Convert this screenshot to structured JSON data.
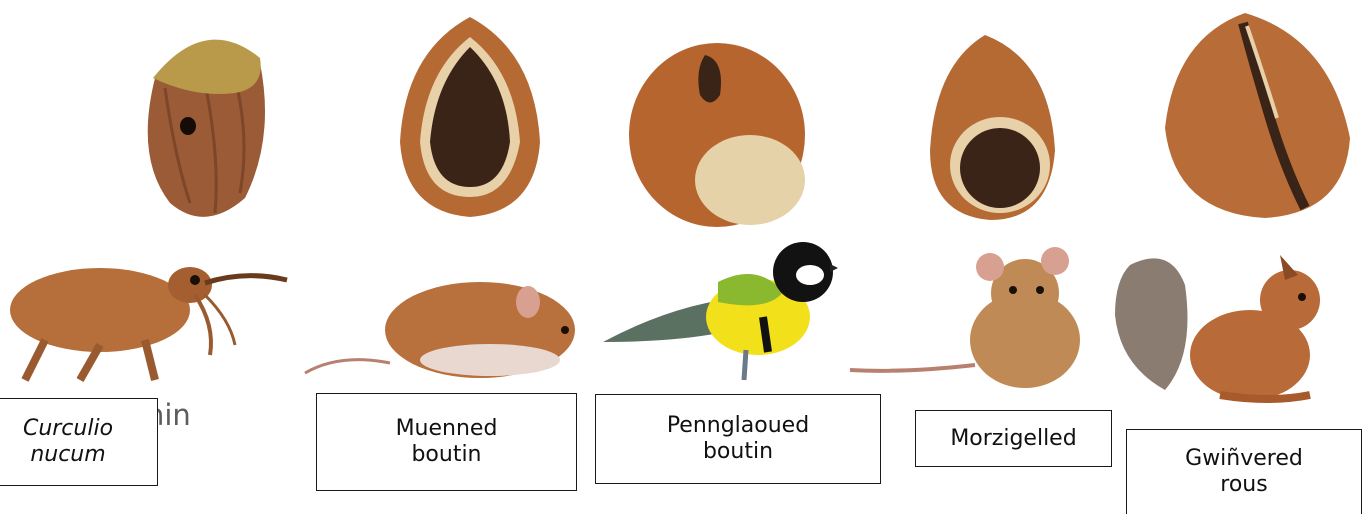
{
  "labels": {
    "curculio": "Curculio\nnucum",
    "muenned": "Muenned\nboutin",
    "pennglaoued": "Pennglaoued\nboutin",
    "morzigelled": "Morzigelled",
    "gwinvered": "Gwiñvered\nrous"
  },
  "ghost_text": "hin",
  "icons": {
    "nut1": "hazelnut-weevil-hole-icon",
    "nut2": "hazelnut-wood-mouse-hole-icon",
    "nut3": "hazelnut-great-tit-hole-icon",
    "nut4": "hazelnut-dormouse-hole-icon",
    "nut5": "hazelnut-squirrel-split-icon",
    "animal1": "weevil-icon",
    "animal2": "wood-mouse-icon",
    "animal3": "great-tit-icon",
    "animal4": "dormouse-icon",
    "animal5": "red-squirrel-icon"
  },
  "colors": {
    "nut_shell": "#a06030",
    "nut_dark": "#3a2418",
    "nut_cap": "#b89a4a",
    "bird_green": "#8ab82e",
    "bird_yellow": "#f2e01a",
    "fur": "#b86a38"
  }
}
